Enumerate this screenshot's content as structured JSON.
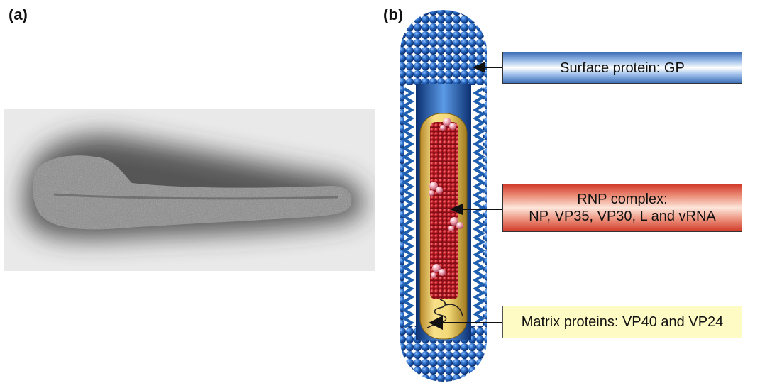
{
  "panels": {
    "a_label": "(a)",
    "b_label": "(b)"
  },
  "callouts": {
    "gp": "Surface protein: GP",
    "rnp_line1": "RNP complex:",
    "rnp_line2": "NP, VP35, VP30, L and vRNA",
    "matrix": "Matrix proteins: VP40 and VP24"
  },
  "colors": {
    "capsule_blue": "#1f5fb0",
    "rnp_red": "#c8202a",
    "matrix_yellow": "#f3d977",
    "callout_gp": "#3f6fb8",
    "callout_rnp": "#d23a2a",
    "callout_matrix": "#fffbc4"
  }
}
